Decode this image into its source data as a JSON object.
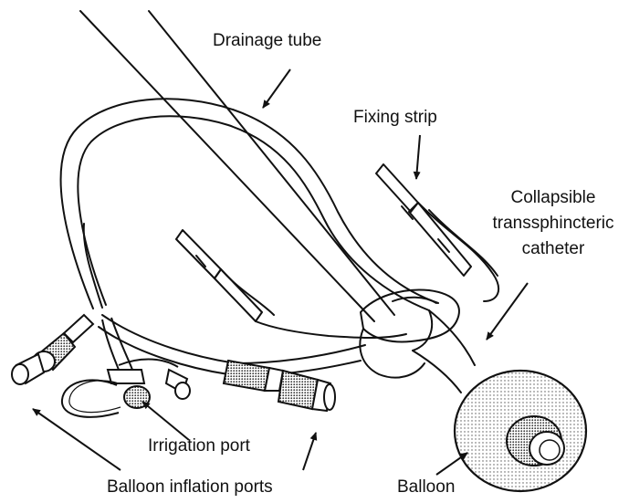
{
  "labels": {
    "drainage_tube": "Drainage tube",
    "fixing_strip": "Fixing strip",
    "collapsible_line1": "Collapsible",
    "collapsible_line2": "transsphincteric",
    "collapsible_line3": "catheter",
    "irrigation_port": "Irrigation port",
    "balloon_inflation_ports": "Balloon inflation ports",
    "balloon": "Balloon"
  },
  "colors": {
    "ink": "#111111",
    "stipple": "#555555",
    "background": "#ffffff"
  }
}
